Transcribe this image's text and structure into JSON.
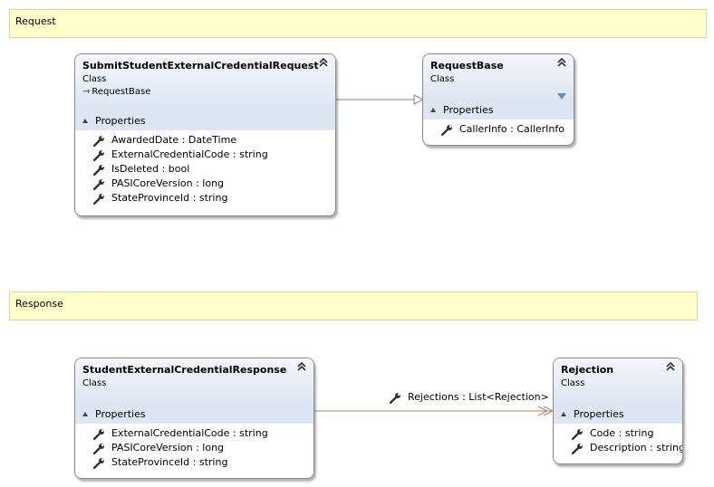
{
  "notes": {
    "request": "Request",
    "response": "Response"
  },
  "classes": {
    "submit_request": {
      "name": "SubmitStudentExternalCredentialRequest",
      "kind": "Class",
      "base": "RequestBase",
      "section": "Properties",
      "members": [
        "AwardedDate : DateTime",
        "ExternalCredentialCode : string",
        "IsDeleted : bool",
        "PASICoreVersion : long",
        "StateProvinceId : string"
      ]
    },
    "request_base": {
      "name": "RequestBase",
      "kind": "Class",
      "section": "Properties",
      "members": [
        "CallerInfo : CallerInfo"
      ]
    },
    "response": {
      "name": "StudentExternalCredentialResponse",
      "kind": "Class",
      "section": "Properties",
      "members": [
        "ExternalCredentialCode : string",
        "PASICoreVersion : long",
        "StateProvinceId : string"
      ]
    },
    "rejection": {
      "name": "Rejection",
      "kind": "Class",
      "section": "Properties",
      "members": [
        "Code : string",
        "Description : string"
      ]
    }
  },
  "associations": {
    "rejections_label": "Rejections : List<Rejection>"
  },
  "colors": {
    "note_fill": "#ffffcc",
    "header_gradient": "#dde4f2",
    "inheritance_line": "#808080",
    "association_line": "#b0836a"
  },
  "icons": {
    "collapse": "double-chevron-up-icon",
    "member": "wrench-icon",
    "filter": "filter-icon"
  }
}
